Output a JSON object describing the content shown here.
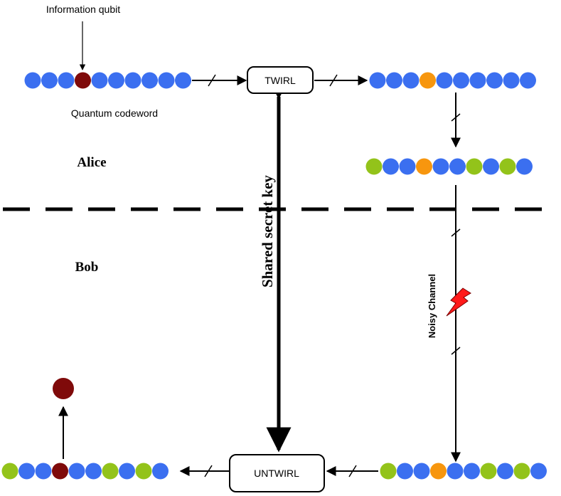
{
  "labels": {
    "info_qubit": "Information qubit",
    "codeword": "Quantum codeword",
    "alice": "Alice",
    "bob": "Bob",
    "twirl": "TWIRL",
    "untwirl": "UNTWIRL",
    "shared_key": "Shared secret key",
    "noisy_channel": "Noisy Channel"
  },
  "colors": {
    "blue": "#3b6ff0",
    "dark_red": "#7f0a0a",
    "orange": "#f7960e",
    "green": "#93c31a",
    "line": "#000000",
    "lightning_fill": "#ff1a1a"
  },
  "qubit_rows": {
    "codeword": [
      "blue",
      "blue",
      "blue",
      "dark_red",
      "blue",
      "blue",
      "blue",
      "blue",
      "blue",
      "blue"
    ],
    "twirled": [
      "blue",
      "blue",
      "blue",
      "orange",
      "blue",
      "blue",
      "blue",
      "blue",
      "blue",
      "blue"
    ],
    "alice_noisy": [
      "green",
      "blue",
      "blue",
      "orange",
      "blue",
      "blue",
      "green",
      "blue",
      "green",
      "blue"
    ],
    "bob_received": [
      "green",
      "blue",
      "blue",
      "orange",
      "blue",
      "blue",
      "green",
      "blue",
      "green",
      "blue"
    ],
    "bob_output": [
      "green",
      "blue",
      "blue",
      "dark_red",
      "blue",
      "blue",
      "green",
      "blue",
      "green",
      "blue"
    ]
  },
  "recovered_qubit": "dark_red"
}
